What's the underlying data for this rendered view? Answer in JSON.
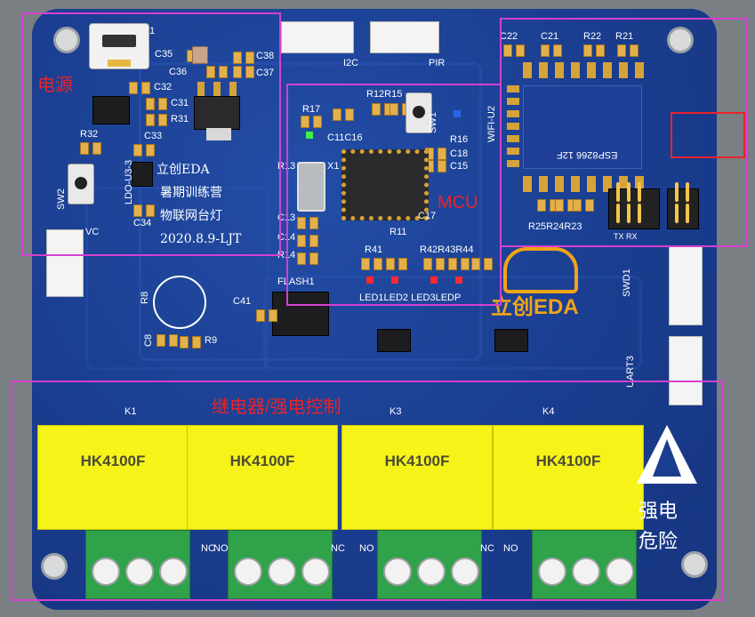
{
  "zones": {
    "power": "电源",
    "mcu": "MCU",
    "relay": "继电器/强电控制"
  },
  "silk": {
    "c35": "C35",
    "c36": "C36",
    "c38": "C38",
    "c37": "C37",
    "c32": "C32",
    "c31": "C31",
    "r31": "R31",
    "r32": "R32",
    "c33": "C33",
    "c34": "C34",
    "ldo": "LDO-U3-3",
    "sw2": "SW2",
    "brand1": "立创EDA",
    "brand2": "暑期训练营",
    "brand3": "物联网台灯",
    "brand4": "2020.8.9-LJT",
    "i2c": "I2C",
    "pir": "PIR",
    "r17": "R17",
    "r12r15": "R12R15",
    "c11c16": "C11C16",
    "x1": "X1",
    "r13": "R13",
    "sw1": "SW1",
    "r16": "R16",
    "c18": "C18",
    "c15": "C15",
    "c17": "C17",
    "c13": "C13",
    "c14": "C14",
    "r14": "R14",
    "r41": "R41",
    "r11": "R11",
    "r424344": "R42R43R44",
    "leds": "LED1LED2  LED3LEDP",
    "flash": "FLASH1",
    "c41": "C41",
    "r8": "R8",
    "c8": "C8",
    "r9": "R9",
    "c22": "C22",
    "c21": "C21",
    "r22": "R22",
    "r21": "R21",
    "wifi": "WIFI-U2",
    "esp": "ESP8266 12F",
    "r252423": "R25R24R23",
    "txrx": "TX  RX",
    "swd": "SWD1",
    "uart": "UART3",
    "vc": "VC",
    "k1": "K1",
    "k3": "K3",
    "k4": "K4",
    "nc": "NC",
    "no": "NO",
    "warn1": "强电",
    "warn2": "危险",
    "logo": "立创EDA"
  },
  "relays": [
    {
      "label": "HK4100F"
    },
    {
      "label": "HK4100F"
    },
    {
      "label": "HK4100F"
    },
    {
      "label": "HK4100F"
    }
  ],
  "colors": {
    "board": "#1a3d8f",
    "zone_border": "#d63fd0",
    "zone_text": "#e8232a",
    "relay_body": "#f5f318",
    "terminal": "#2fa24a"
  }
}
